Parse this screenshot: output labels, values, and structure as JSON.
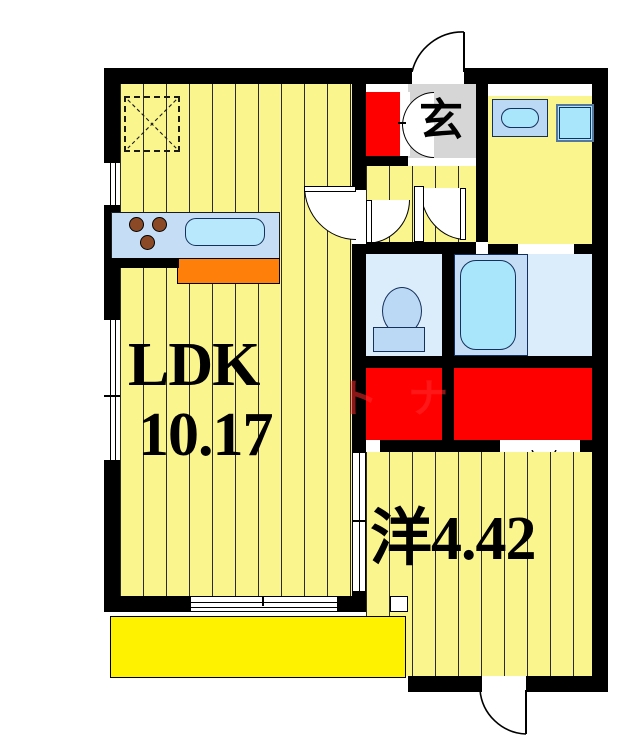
{
  "document": {
    "kind": "floor-plan",
    "language": "ja",
    "layout_type": "1LDK"
  },
  "rooms": {
    "ldk": {
      "name": "LDK",
      "size": "10.17",
      "floor": "wood",
      "color": "#FBF58E"
    },
    "western_room": {
      "name": "洋",
      "size": "4.42",
      "floor": "wood",
      "color": "#FBF58E"
    },
    "entrance": {
      "name": "玄",
      "floor": "tile",
      "color": "#D6D6D6"
    },
    "bath": {
      "name": "",
      "floor": "tile",
      "color": "#DBEDFB"
    },
    "toilet": {
      "name": "",
      "floor": "tile",
      "color": "#DBEDFB"
    },
    "washroom": {
      "name": "",
      "floor": "wood",
      "color": "#FBF58E"
    },
    "balcony": {
      "name": "",
      "floor": "balcony",
      "color": "#FFF200"
    }
  },
  "fixtures": {
    "kitchen_counter": "kitchen-counter",
    "kitchen_sink": "kitchen-sink",
    "stove_burners": "stove-burner",
    "kitchen_island": "kitchen-island",
    "bathtub": "bathtub",
    "toilet": "toilet",
    "wash_basin": "wash-basin",
    "washing_machine": "washing-machine-space",
    "shoe_cabinet": "shoe-cabinet",
    "closet": "closet",
    "loft_storage": "loft-storage"
  },
  "colors": {
    "wall": "#000000",
    "wood_floor": "#FBF58E",
    "balcony": "#FFF200",
    "closet_red": "#FF0000",
    "island_orange": "#FF7F0B",
    "water_blue": "#A9E6FB",
    "fixture_blue": "#C5DEF6",
    "tile_gray": "#D6D6D6"
  },
  "watermark": {
    "text": "トナ"
  }
}
